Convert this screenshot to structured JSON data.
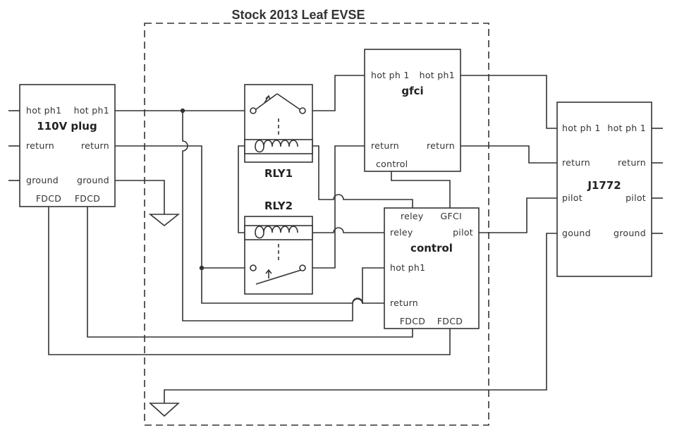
{
  "title": "Stock 2013 Leaf EVSE",
  "plug": {
    "name": "110V plug",
    "hot_in": "hot ph1",
    "hot_out": "hot ph1",
    "ret_in": "return",
    "ret_out": "return",
    "gnd_in": "ground",
    "gnd_out": "ground",
    "fdcd_1": "FDCD",
    "fdcd_2": "FDCD"
  },
  "gfci": {
    "name": "gfci",
    "hot_in": "hot ph 1",
    "hot_out": "hot ph1",
    "ret_in": "return",
    "ret_out": "return",
    "control": "control"
  },
  "relays": {
    "rly1": "RLY1",
    "rly2": "RLY2"
  },
  "control": {
    "name": "control",
    "reley1": "reley",
    "gfci": "GFCI",
    "reley2": "reley",
    "pilot": "pilot",
    "hot": "hot ph1",
    "ret": "return",
    "fdcd_1": "FDCD",
    "fdcd_2": "FDCD"
  },
  "j1772": {
    "name": "J1772",
    "hot_in": "hot ph 1",
    "hot_out": "hot ph 1",
    "ret_in": "return",
    "ret_out": "return",
    "pilot_in": "pilot",
    "pilot_out": "pilot",
    "gnd_in": "gound",
    "gnd_out": "ground"
  }
}
